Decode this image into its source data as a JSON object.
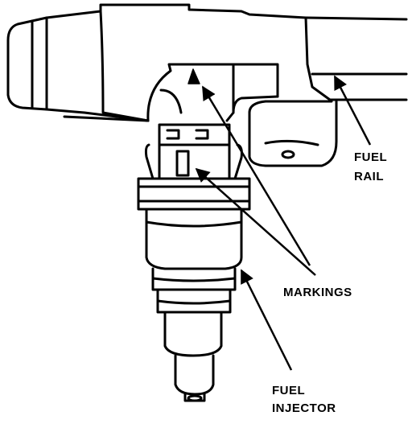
{
  "diagram": {
    "labels": {
      "fuel_rail_line1": "FUEL",
      "fuel_rail_line2": "RAIL",
      "markings": "MARKINGS",
      "fuel_injector_line1": "FUEL",
      "fuel_injector_line2": "INJECTOR"
    },
    "colors": {
      "ink": "#000000",
      "paper": "#ffffff"
    }
  }
}
